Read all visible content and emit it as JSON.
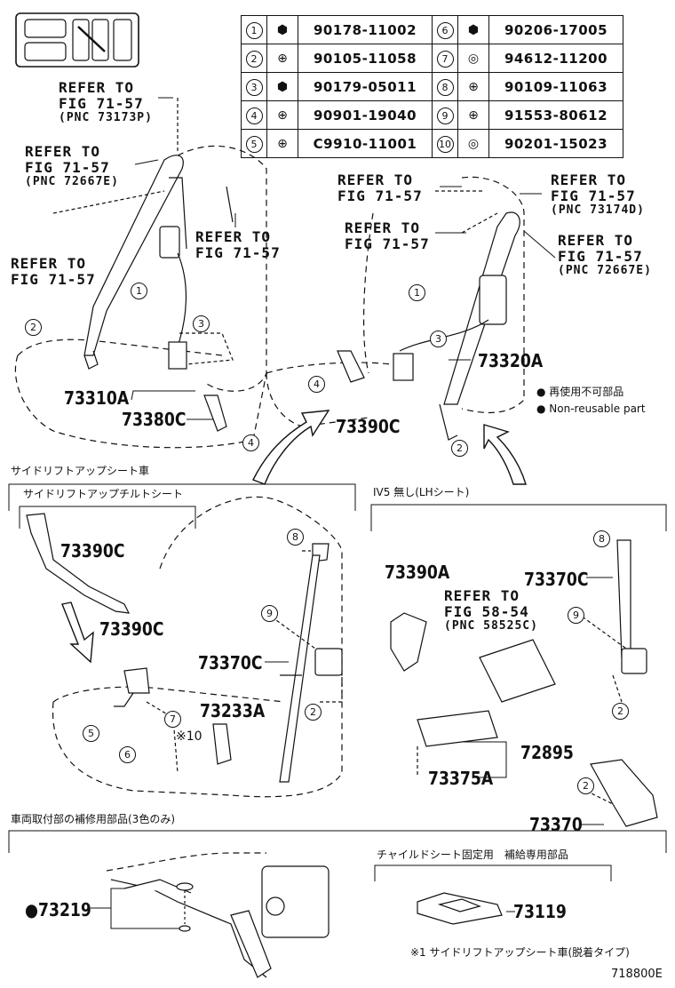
{
  "parts_table": [
    {
      "num": "1",
      "part": "90178-11002",
      "icon": "nut-icon"
    },
    {
      "num": "6",
      "part": "90206-17005",
      "icon": "nut-icon"
    },
    {
      "num": "2",
      "part": "90105-11058",
      "icon": "bolt-icon"
    },
    {
      "num": "7",
      "part": "94612-11200",
      "icon": "washer-icon"
    },
    {
      "num": "3",
      "part": "90179-05011",
      "icon": "nut-icon"
    },
    {
      "num": "8",
      "part": "90109-11063",
      "icon": "bolt-icon"
    },
    {
      "num": "4",
      "part": "90901-19040",
      "icon": "bolt-icon"
    },
    {
      "num": "9",
      "part": "91553-80612",
      "icon": "bolt-icon"
    },
    {
      "num": "5",
      "part": "C9910-11001",
      "icon": "bolt-icon"
    },
    {
      "num": "10",
      "part": "90201-15023",
      "icon": "washer-icon"
    }
  ],
  "refs": {
    "r1": {
      "l1": "REFER TO",
      "l2": "FIG 71-57",
      "pnc": "(PNC 73173P)"
    },
    "r2": {
      "l1": "REFER TO",
      "l2": "FIG 71-57",
      "pnc": "(PNC 72667E)"
    },
    "r3": {
      "l1": "REFER TO",
      "l2": "FIG 71-57"
    },
    "r4": {
      "l1": "REFER TO",
      "l2": "FIG 71-57"
    },
    "r5": {
      "l1": "REFER TO",
      "l2": "FIG 71-57"
    },
    "r6": {
      "l1": "REFER TO",
      "l2": "FIG 71-57"
    },
    "r7": {
      "l1": "REFER TO",
      "l2": "FIG 71-57",
      "pnc": "(PNC 73174D)"
    },
    "r8": {
      "l1": "REFER TO",
      "l2": "FIG 71-57",
      "pnc": "(PNC 72667E)"
    },
    "r9": {
      "l1": "REFER TO",
      "l2": "FIG 58-54",
      "pnc": "(PNC 58525C)"
    }
  },
  "parts": {
    "p73310A": "73310A",
    "p73380C": "73380C",
    "p73390C_top": "73390C",
    "p73320A": "73320A",
    "p73390C_a": "73390C",
    "p73390C_b": "73390C",
    "p73370C_left": "73370C",
    "p73233A": "73233A",
    "p73390A": "73390A",
    "p73370C_right": "73370C",
    "p72895": "72895",
    "p73375A": "73375A",
    "p73370": "73370",
    "p73219": "●73219",
    "p73119": "73119"
  },
  "legend": {
    "jp": "● 再使用不可部品",
    "en": "● Non-reusable part"
  },
  "captions": {
    "side_lift": "サイドリフトアップシート車",
    "side_lift_tilt": "サイドリフトアップチルトシート",
    "iv5": "IV5 無し(LHシート)",
    "repair": "車両取付部の補修用部品(3色のみ)",
    "child": "チャイルドシート固定用　補給専用部品",
    "note10": "※10",
    "footnote": "※1 サイドリフトアップシート車(脱着タイプ)",
    "diagram_id": "718800E"
  },
  "callouts": {
    "c1a": "1",
    "c2a": "2",
    "c3a": "3",
    "c4a": "4",
    "c1b": "1",
    "c3b": "3",
    "c4b": "4",
    "c2b": "2",
    "c8a": "8",
    "c9a": "9",
    "c2c": "2",
    "c7a": "7",
    "c5a": "5",
    "c6a": "6",
    "c8b": "8",
    "c9b": "9",
    "c2d": "2",
    "c2e": "2"
  }
}
